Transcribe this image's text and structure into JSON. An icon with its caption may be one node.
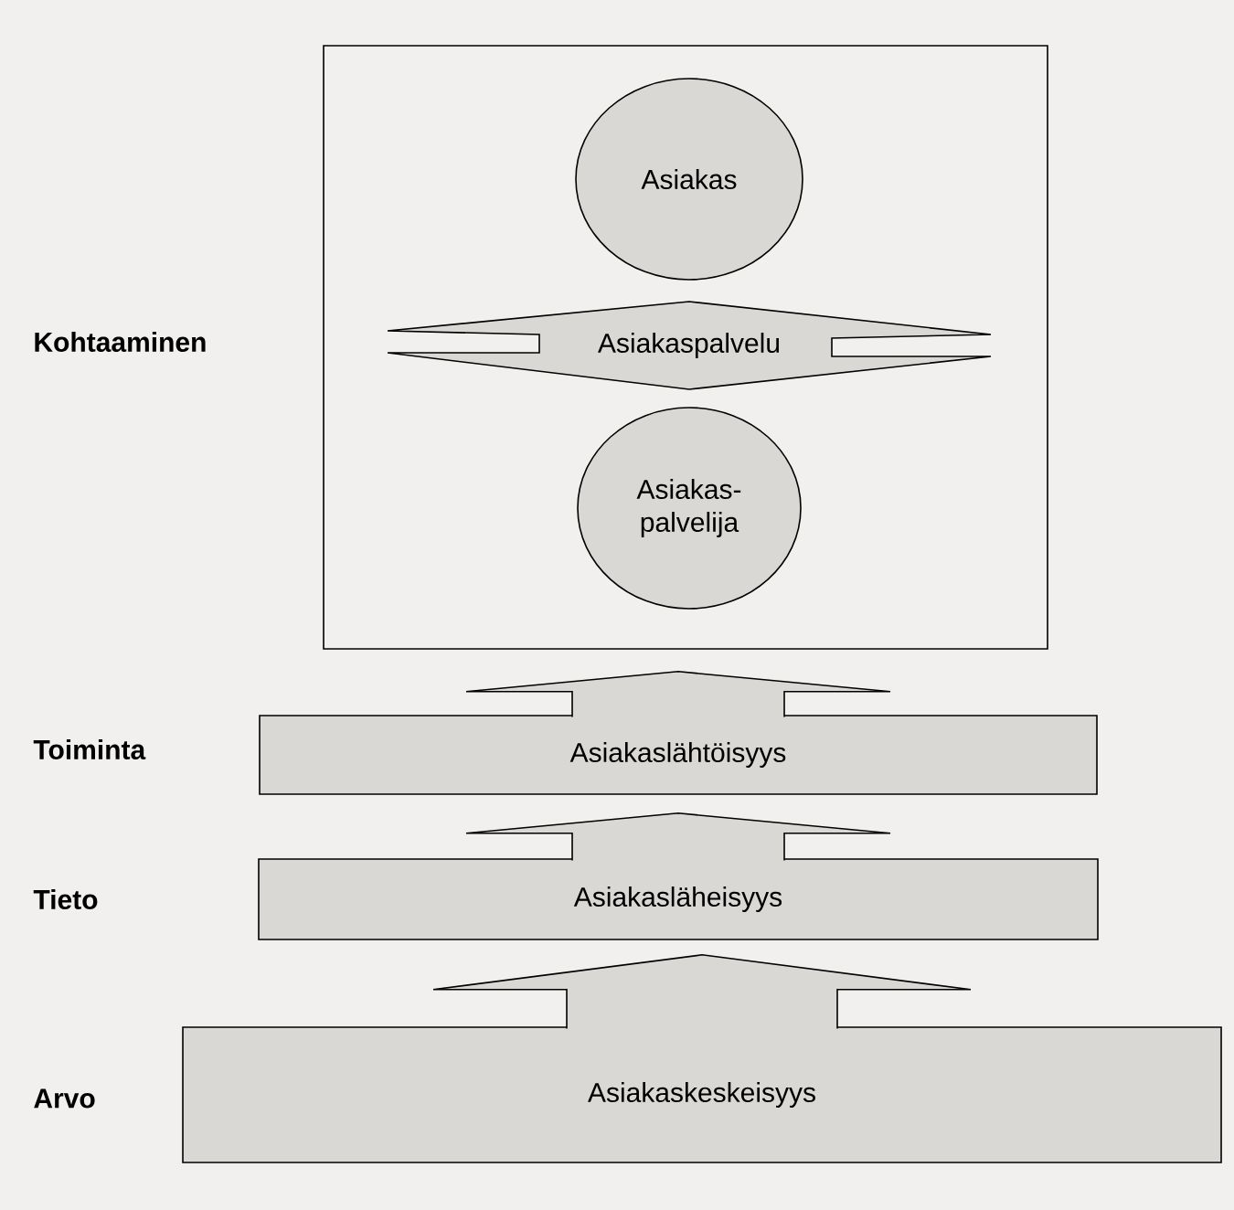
{
  "diagram": {
    "nodes": [
      {
        "text": [],
        "shape": "box"
      },
      {
        "text": [
          "Asiakas"
        ],
        "in": 0
      },
      {
        "text": [
          "Asiakaspalvelu"
        ],
        "in": 0
      },
      {
        "text": [
          "Asiakas- palvelija"
        ],
        "in": 0
      },
      {
        "text": [
          "Asiakaslähtöisyys"
        ]
      },
      {
        "text": [
          "Asiakasläheisyys"
        ]
      },
      {
        "text": [
          "Asiakaskeskeisyys"
        ]
      }
    ],
    "edges": [
      {
        "from": 6,
        "to": 5,
        "arrow": "to"
      },
      {
        "from": 5,
        "to": 4,
        "arrow": "to"
      },
      {
        "from": 4,
        "to": 0,
        "arrow": "to"
      }
    ],
    "labels": [
      "Kohtaaminen",
      "Toiminta",
      "Tieto",
      "Arvo"
    ]
  }
}
